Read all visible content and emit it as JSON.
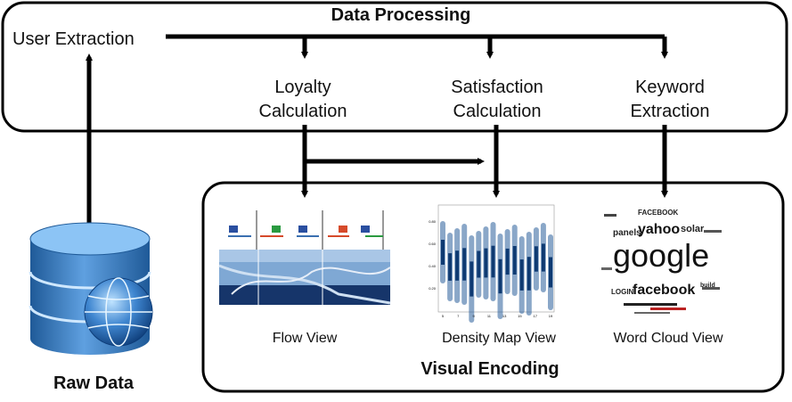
{
  "data_processing": {
    "title": "Data Processing",
    "user_extraction": "User Extraction",
    "loyalty": [
      "Loyalty",
      "Calculation"
    ],
    "satisfaction": [
      "Satisfaction",
      "Calculation"
    ],
    "keyword": [
      "Keyword",
      "Extraction"
    ]
  },
  "visual_encoding": {
    "title": "Visual Encoding",
    "views": {
      "flow": "Flow View",
      "density": "Density Map View",
      "wordcloud": "Word Cloud View"
    },
    "wordcloud_words": [
      "FACEBOOK",
      "yahoo",
      "solar",
      "panels",
      "google",
      "LOGIN",
      "facebook",
      "build"
    ],
    "density_x_ticks": [
      "5",
      "7",
      "9",
      "11",
      "13",
      "15",
      "17",
      "19"
    ],
    "density_y_ticks": [
      "0.80",
      "0.60",
      "0.40",
      "0.20"
    ]
  },
  "raw_data": {
    "label": "Raw Data"
  },
  "colors": {
    "stroke": "#000000",
    "db_blue": "#4a86c8",
    "flow_blue": "#3a6fb0",
    "density_blue": "#2a5f9a"
  }
}
